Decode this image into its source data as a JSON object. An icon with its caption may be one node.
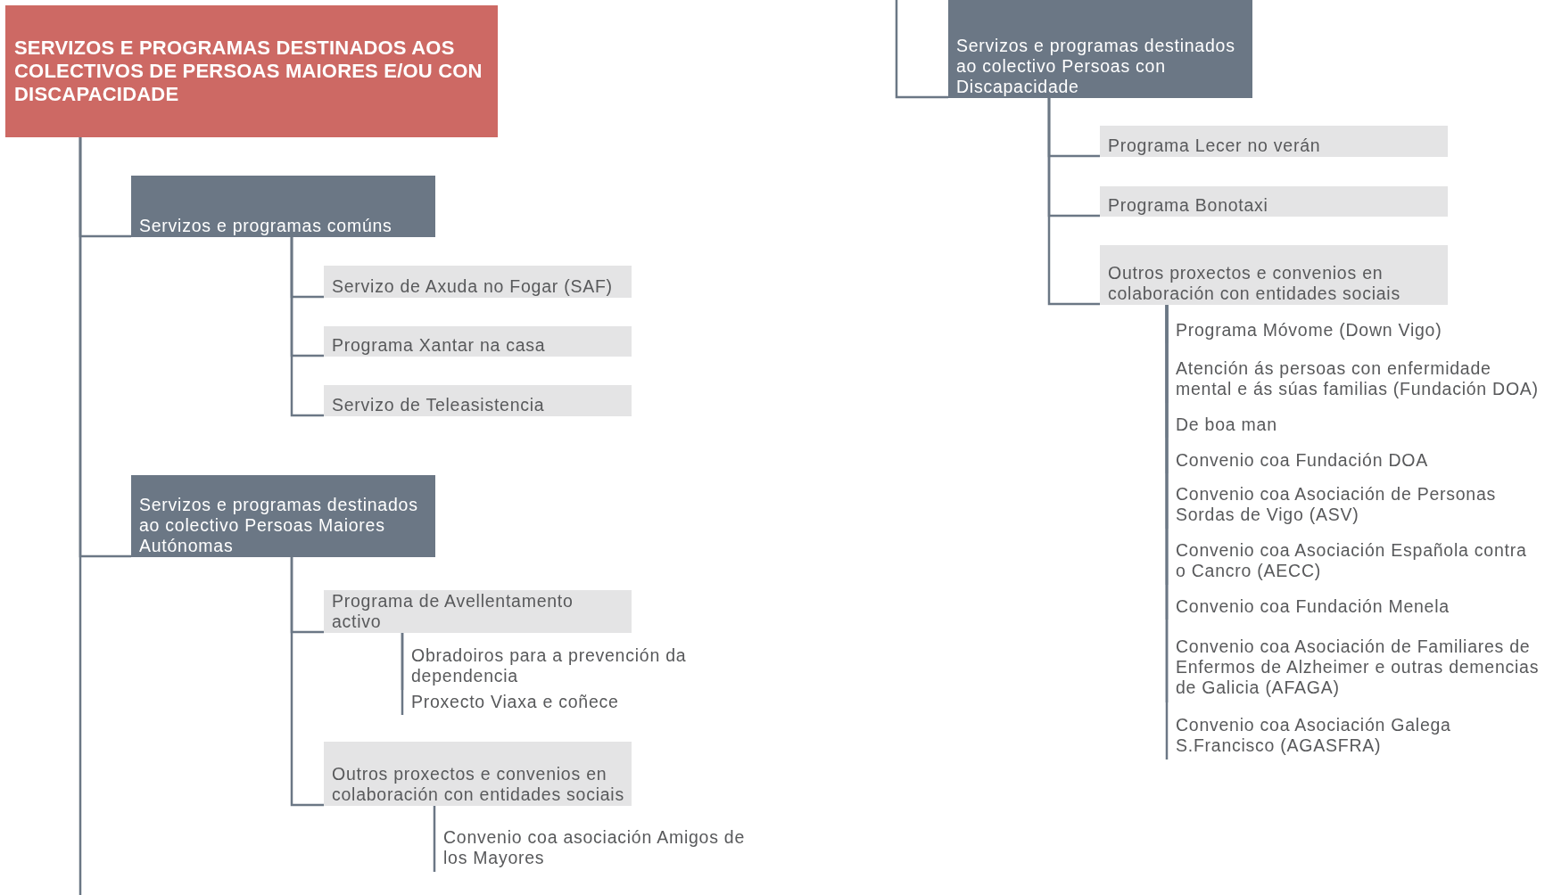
{
  "diagram": {
    "nodes": [
      {
        "text": [
          "SERVIZOS E PROGRAMAS DESTINADOS AOS COLECTIVOS DE PERSOAS MAIORES E/OU CON DISCAPACIDADE"
        ]
      },
      {
        "text": [
          "Servizos e programas comúns"
        ]
      },
      {
        "text": [
          "Servizo de Axuda no Fogar (SAF)"
        ]
      },
      {
        "text": [
          "Programa Xantar na casa"
        ]
      },
      {
        "text": [
          "Servizo de Teleasistencia"
        ]
      },
      {
        "text": [
          "Servizos e programas destinados ao colectivo Persoas Maiores Autónomas"
        ]
      },
      {
        "text": [
          "Programa de Avellentamento activo"
        ]
      },
      {
        "text": [
          "Obradoiros para a prevención da dependencia"
        ]
      },
      {
        "text": [
          "Proxecto Viaxa e coñece"
        ]
      },
      {
        "text": [
          "Outros proxectos e convenios en colaboración con entidades sociais"
        ]
      },
      {
        "text": [
          "Convenio coa asociación Amigos de los Mayores"
        ]
      },
      {
        "text": [
          "Servizos e programas destinados ao colectivo Persoas con Discapacidade"
        ]
      },
      {
        "text": [
          "Programa Lecer no verán"
        ]
      },
      {
        "text": [
          "Programa Bonotaxi"
        ]
      },
      {
        "text": [
          "Outros proxectos e convenios en colaboración con entidades sociais"
        ]
      },
      {
        "text": [
          "Programa Móvome (Down Vigo)"
        ]
      },
      {
        "text": [
          "Atención ás persoas con enfermidade mental e ás súas familias (Fundación DOA)"
        ]
      },
      {
        "text": [
          "De boa man"
        ]
      },
      {
        "text": [
          "Convenio coa Fundación DOA"
        ]
      },
      {
        "text": [
          "Convenio coa Asociación de Personas Sordas de Vigo (ASV)"
        ]
      },
      {
        "text": [
          "Convenio coa Asociación Española contra o Cancro (AECC)"
        ]
      },
      {
        "text": [
          "Convenio coa Fundación Menela"
        ]
      },
      {
        "text": [
          "Convenio coa Asociación de Familiares de Enfermos de Alzheimer e outras demencias de Galicia (AFAGA)"
        ]
      },
      {
        "text": [
          "Convenio coa Asociación Galega S.Francisco (AGASFRA)"
        ]
      }
    ],
    "edges": [
      {
        "from": 0,
        "to": 1,
        "arrow": "none"
      },
      {
        "from": 0,
        "to": 5,
        "arrow": "none"
      },
      {
        "from": 0,
        "to": null,
        "arrow": "none"
      },
      {
        "from": 1,
        "to": 2,
        "arrow": "none"
      },
      {
        "from": 1,
        "to": 3,
        "arrow": "none"
      },
      {
        "from": 1,
        "to": 4,
        "arrow": "none"
      },
      {
        "from": 5,
        "to": 6,
        "arrow": "none"
      },
      {
        "from": 5,
        "to": 9,
        "arrow": "none"
      },
      {
        "from": 6,
        "to": 7,
        "arrow": "none"
      },
      {
        "from": 6,
        "to": 8,
        "arrow": "none"
      },
      {
        "from": 9,
        "to": 10,
        "arrow": "none"
      },
      {
        "from": null,
        "to": 11,
        "arrow": "none"
      },
      {
        "from": 11,
        "to": 12,
        "arrow": "none"
      },
      {
        "from": 11,
        "to": 13,
        "arrow": "none"
      },
      {
        "from": 11,
        "to": 14,
        "arrow": "none"
      },
      {
        "from": 14,
        "to": 15,
        "arrow": "none"
      },
      {
        "from": 14,
        "to": 16,
        "arrow": "none"
      },
      {
        "from": 14,
        "to": 17,
        "arrow": "none"
      },
      {
        "from": 14,
        "to": 18,
        "arrow": "none"
      },
      {
        "from": 14,
        "to": 19,
        "arrow": "none"
      },
      {
        "from": 14,
        "to": 20,
        "arrow": "none"
      },
      {
        "from": 14,
        "to": 21,
        "arrow": "none"
      },
      {
        "from": 14,
        "to": 22,
        "arrow": "none"
      },
      {
        "from": 14,
        "to": 23,
        "arrow": "none"
      }
    ]
  }
}
